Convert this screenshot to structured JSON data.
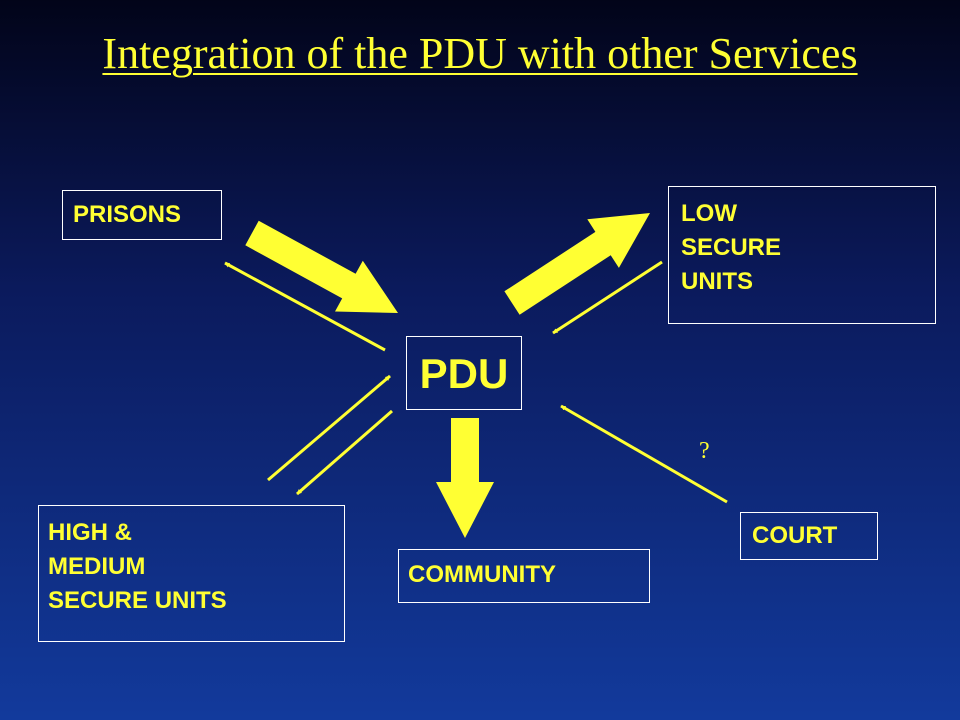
{
  "title": "Integration of the PDU with other Services",
  "colors": {
    "text": "#ffff33",
    "arrow": "#ffff33",
    "box_border": "#ffffff",
    "background_top": "#020419",
    "background_bottom": "#123a9c"
  },
  "nodes": {
    "prisons": {
      "lines": [
        "PRISONS"
      ]
    },
    "low_secure": {
      "lines": [
        "LOW",
        "SECURE",
        "UNITS"
      ]
    },
    "pdu": {
      "lines": [
        "PDU"
      ]
    },
    "high_medium": {
      "lines": [
        "HIGH &",
        "MEDIUM",
        "SECURE UNITS"
      ]
    },
    "community": {
      "lines": [
        "COMMUNITY"
      ]
    },
    "court": {
      "lines": [
        "COURT"
      ]
    }
  },
  "court_link_label": "?",
  "edges": [
    {
      "from": "prisons",
      "to": "pdu",
      "style": "thick"
    },
    {
      "from": "pdu",
      "to": "prisons",
      "style": "thin"
    },
    {
      "from": "pdu",
      "to": "low_secure",
      "style": "thick"
    },
    {
      "from": "low_secure",
      "to": "pdu",
      "style": "thin"
    },
    {
      "from": "pdu",
      "to": "community",
      "style": "thick"
    },
    {
      "from": "high_medium",
      "to": "pdu",
      "style": "thin"
    },
    {
      "from": "pdu",
      "to": "high_medium",
      "style": "thin"
    },
    {
      "from": "court",
      "to": "pdu",
      "style": "thin"
    }
  ]
}
